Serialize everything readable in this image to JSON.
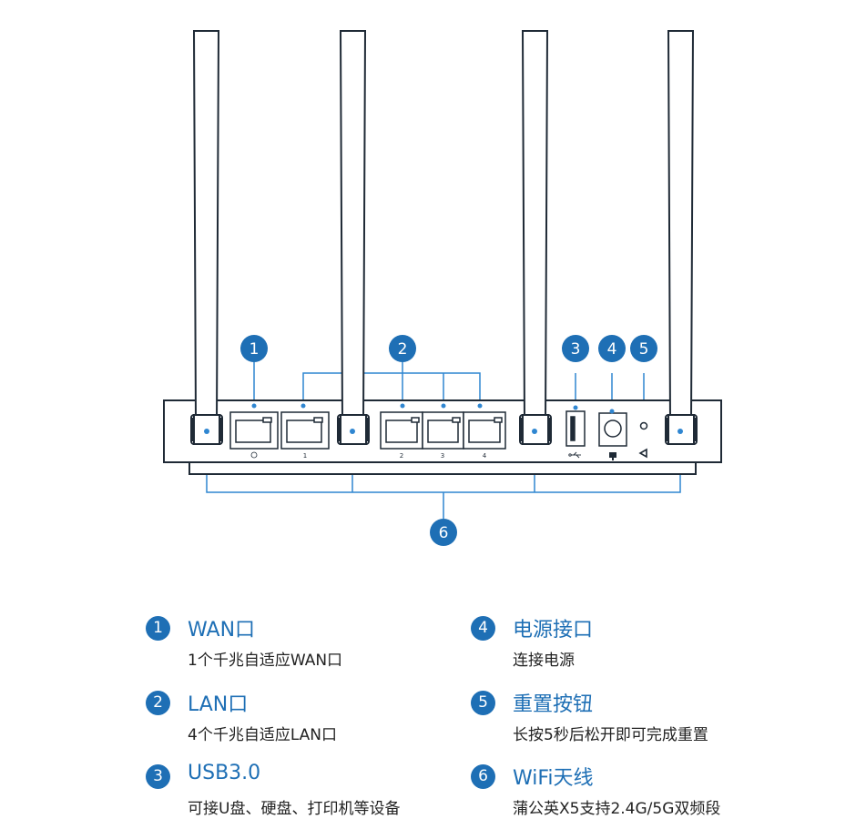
{
  "colors": {
    "accent": "#1e6fb5",
    "outline": "#1f2a36",
    "line": "#2f86d1"
  },
  "device": {
    "callouts": [
      "1",
      "2",
      "3",
      "4",
      "5",
      "6"
    ],
    "port_labels": [
      "1",
      "2",
      "3",
      "4"
    ]
  },
  "legend": {
    "items": [
      {
        "num": "1",
        "title": "WAN口",
        "desc": "1个千兆自适应WAN口"
      },
      {
        "num": "2",
        "title": "LAN口",
        "desc": "4个千兆自适应LAN口"
      },
      {
        "num": "3",
        "title": "USB3.0",
        "desc": "可接U盘、硬盘、打印机等设备"
      },
      {
        "num": "4",
        "title": "电源接口",
        "desc": "连接电源"
      },
      {
        "num": "5",
        "title": "重置按钮",
        "desc": "长按5秒后松开即可完成重置"
      },
      {
        "num": "6",
        "title": "WiFi天线",
        "desc": "蒲公英X5支持2.4G/5G双频段"
      }
    ]
  }
}
